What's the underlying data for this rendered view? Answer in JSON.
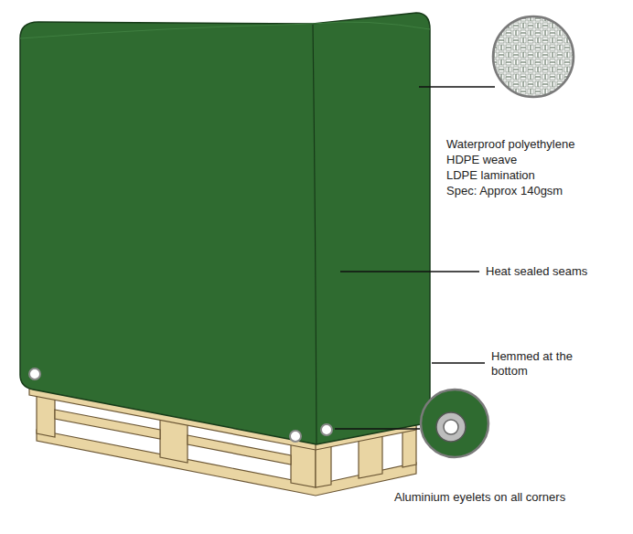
{
  "diagram": {
    "labels": [
      "Waterproof polyethylene",
      "HDPE weave",
      "LDPE lamination",
      "Spec: Approx 140gsm",
      "Heat sealed seams",
      "Hemmed at the bottom",
      "Aluminium eyelets on all corners"
    ]
  }
}
